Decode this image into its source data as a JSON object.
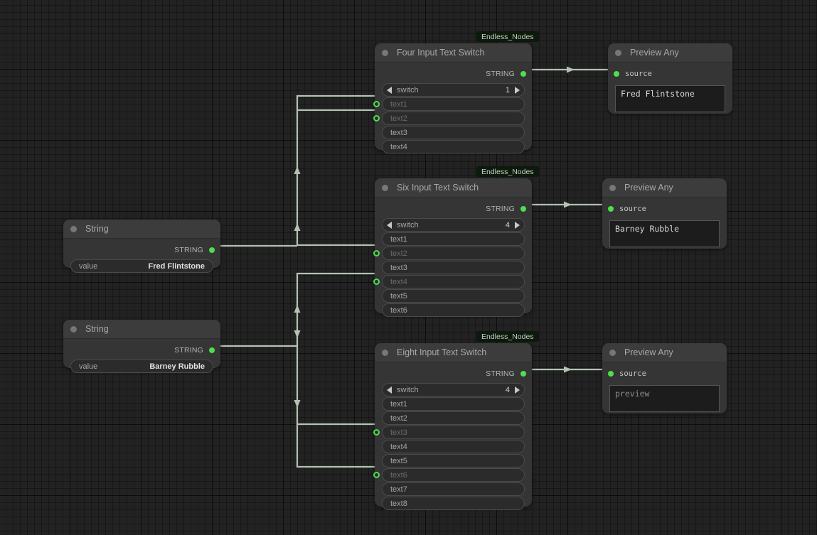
{
  "app": {
    "canvas_background": "#222222",
    "accent_green": "#4ce04c",
    "link_color": "#b0c0b0"
  },
  "badges": [
    {
      "label": "Endless_Nodes"
    },
    {
      "label": "Endless_Nodes"
    },
    {
      "label": "Endless_Nodes"
    }
  ],
  "nodes": {
    "string_fred": {
      "title": "String",
      "output": {
        "label": "STRING"
      },
      "widget": {
        "label": "value",
        "value": "Fred Flintstone"
      }
    },
    "string_barney": {
      "title": "String",
      "output": {
        "label": "STRING"
      },
      "widget": {
        "label": "value",
        "value": "Barney Rubble"
      }
    },
    "four_input": {
      "title": "Four Input Text Switch",
      "output": {
        "label": "STRING"
      },
      "switch": {
        "label": "switch",
        "value": "1"
      },
      "inputs": [
        {
          "label": "text1",
          "connected": true
        },
        {
          "label": "text2",
          "connected": true
        },
        {
          "label": "text3",
          "connected": false
        },
        {
          "label": "text4",
          "connected": false
        }
      ]
    },
    "six_input": {
      "title": "Six Input Text Switch",
      "output": {
        "label": "STRING"
      },
      "switch": {
        "label": "switch",
        "value": "4"
      },
      "inputs": [
        {
          "label": "text1",
          "connected": false
        },
        {
          "label": "text2",
          "connected": true
        },
        {
          "label": "text3",
          "connected": false
        },
        {
          "label": "text4",
          "connected": true
        },
        {
          "label": "text5",
          "connected": false
        },
        {
          "label": "text6",
          "connected": false
        }
      ]
    },
    "eight_input": {
      "title": "Eight Input Text Switch",
      "output": {
        "label": "STRING"
      },
      "switch": {
        "label": "switch",
        "value": "4"
      },
      "inputs": [
        {
          "label": "text1",
          "connected": false
        },
        {
          "label": "text2",
          "connected": false
        },
        {
          "label": "text3",
          "connected": true
        },
        {
          "label": "text4",
          "connected": false
        },
        {
          "label": "text5",
          "connected": false
        },
        {
          "label": "text6",
          "connected": true
        },
        {
          "label": "text7",
          "connected": false
        },
        {
          "label": "text8",
          "connected": false
        }
      ]
    },
    "preview_1": {
      "title": "Preview Any",
      "input": {
        "label": "source"
      },
      "text": "Fred Flintstone",
      "is_placeholder": false
    },
    "preview_2": {
      "title": "Preview Any",
      "input": {
        "label": "source"
      },
      "text": "Barney Rubble",
      "is_placeholder": false
    },
    "preview_3": {
      "title": "Preview Any",
      "input": {
        "label": "source"
      },
      "text": "preview",
      "is_placeholder": true
    }
  }
}
